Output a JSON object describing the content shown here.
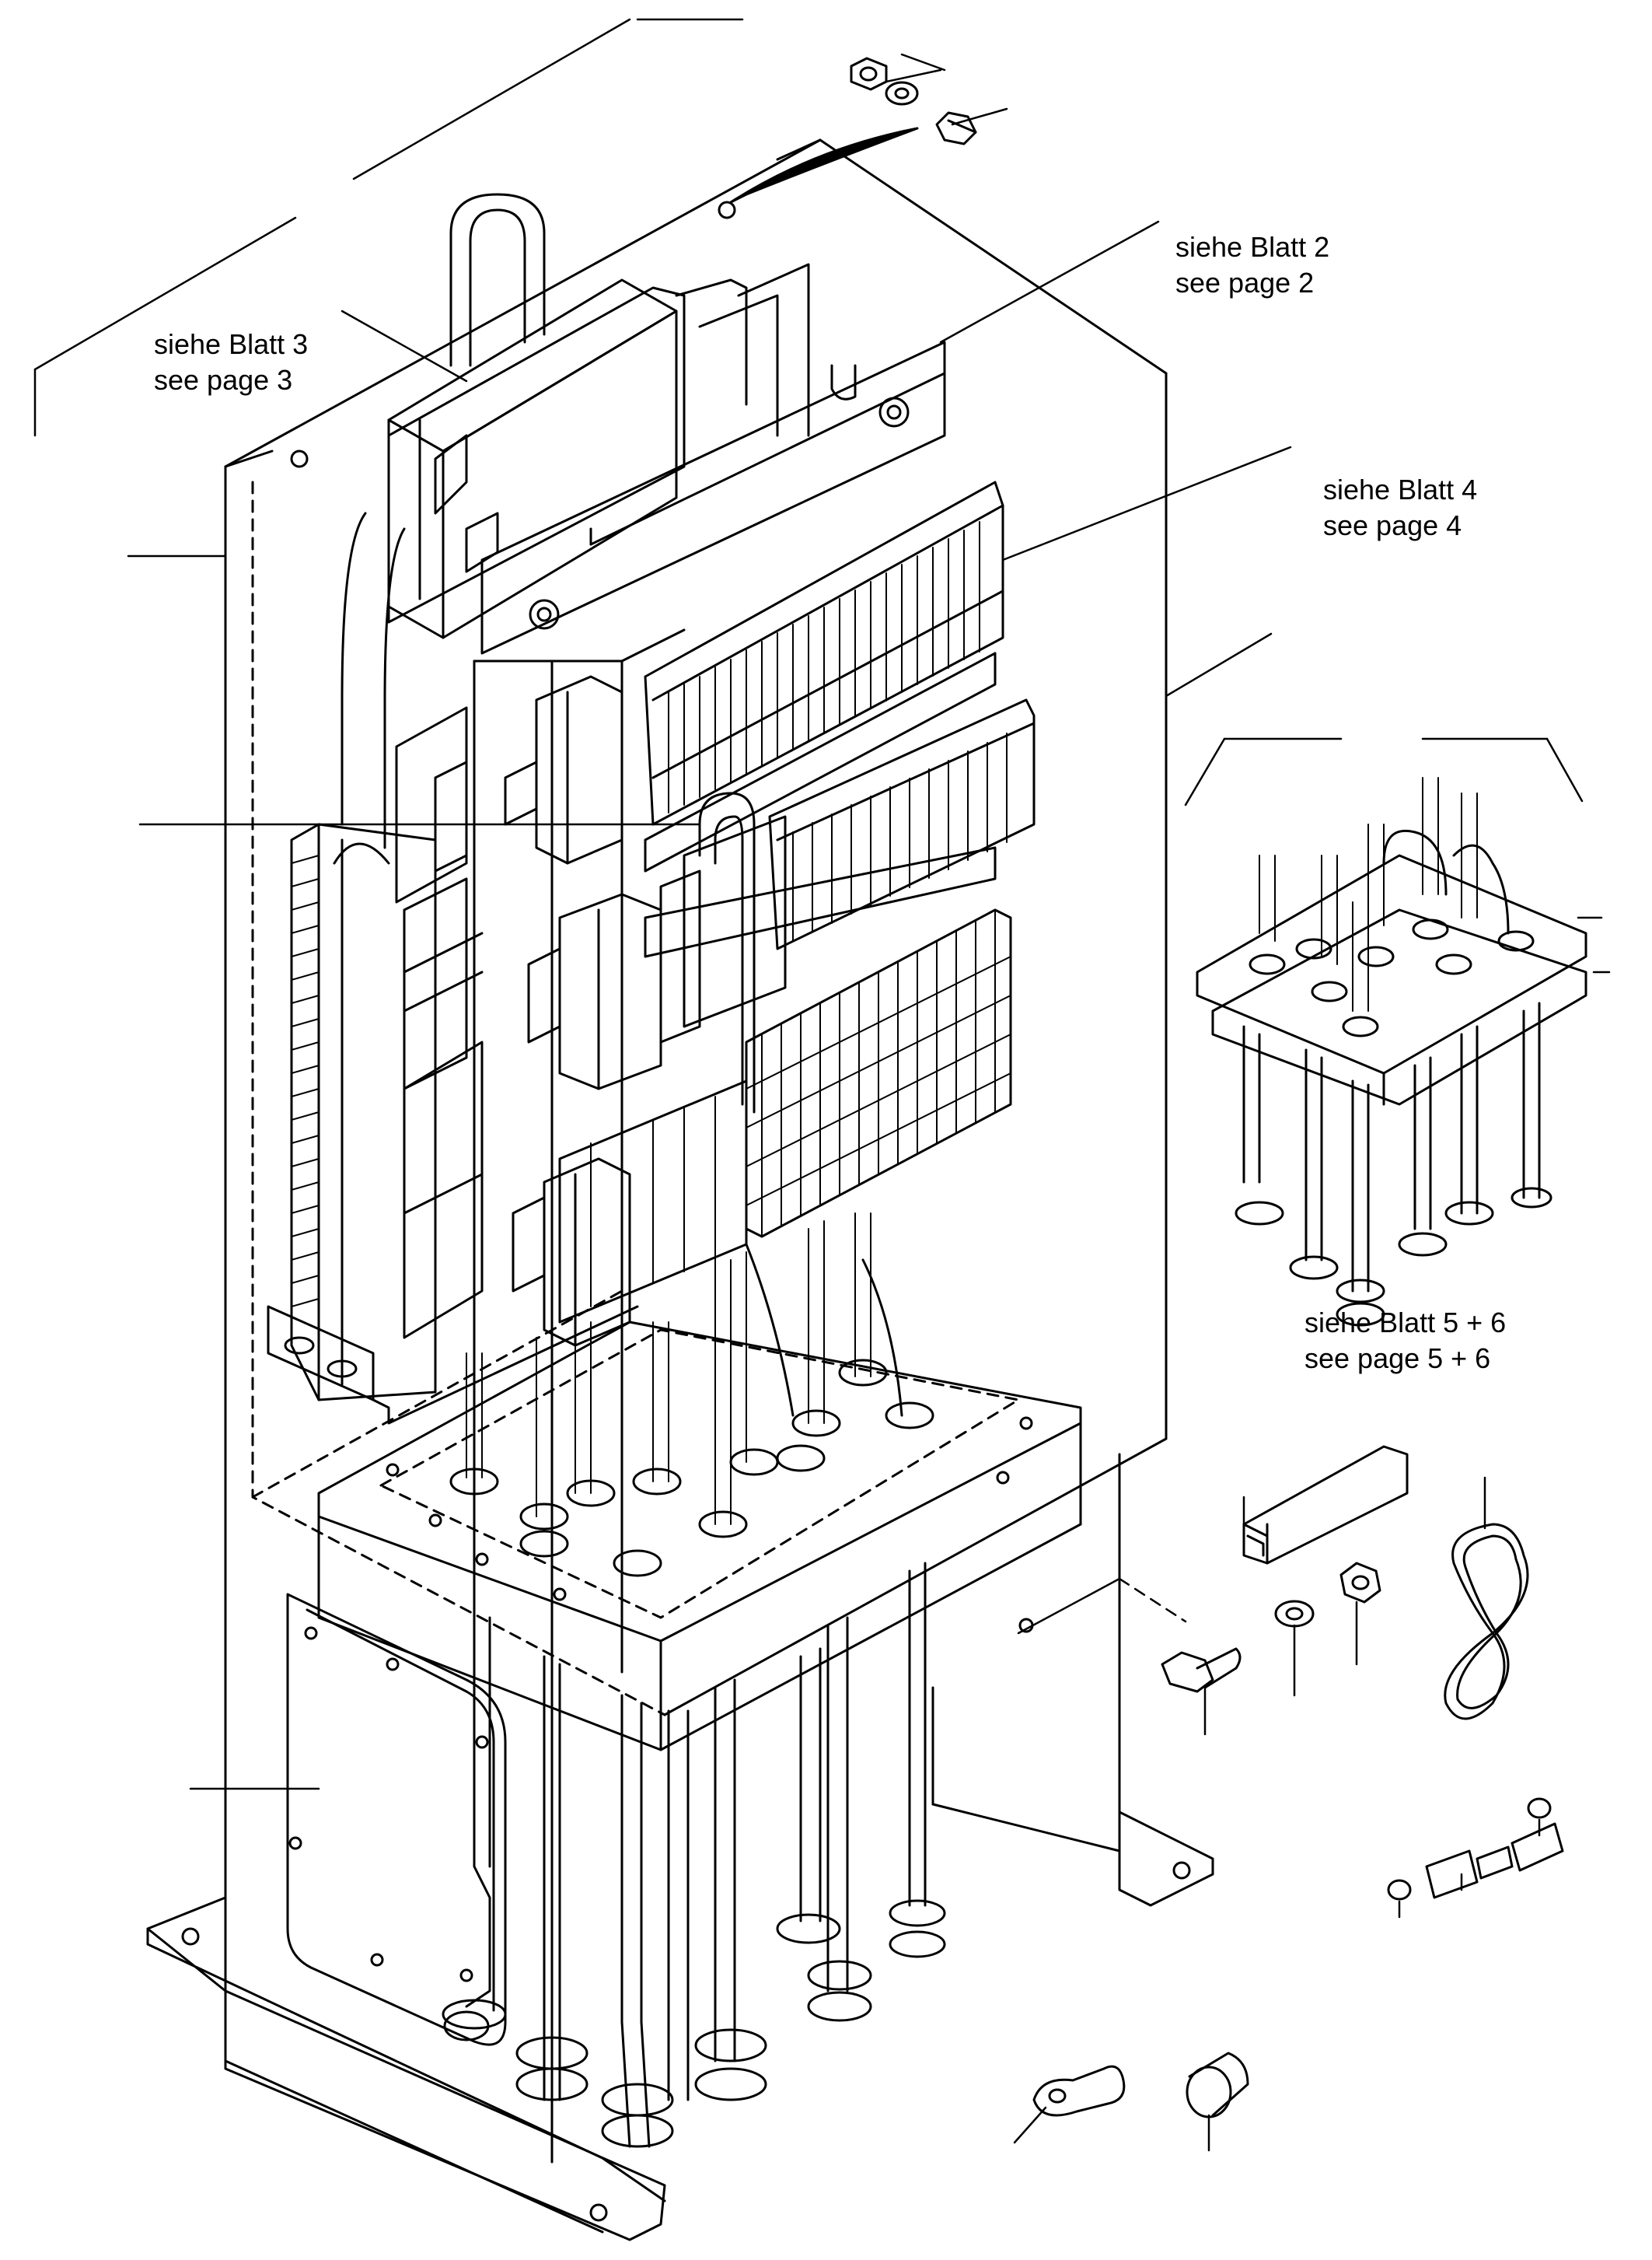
{
  "callouts": {
    "page2": {
      "de": "siehe Blatt 2",
      "en": "see page 2"
    },
    "page3": {
      "de": "siehe Blatt 3",
      "en": "see page 3"
    },
    "page4": {
      "de": "siehe Blatt 4",
      "en": "see page 4"
    },
    "page56": {
      "de": "siehe Blatt 5 + 6",
      "en": "see page 5 + 6"
    }
  }
}
